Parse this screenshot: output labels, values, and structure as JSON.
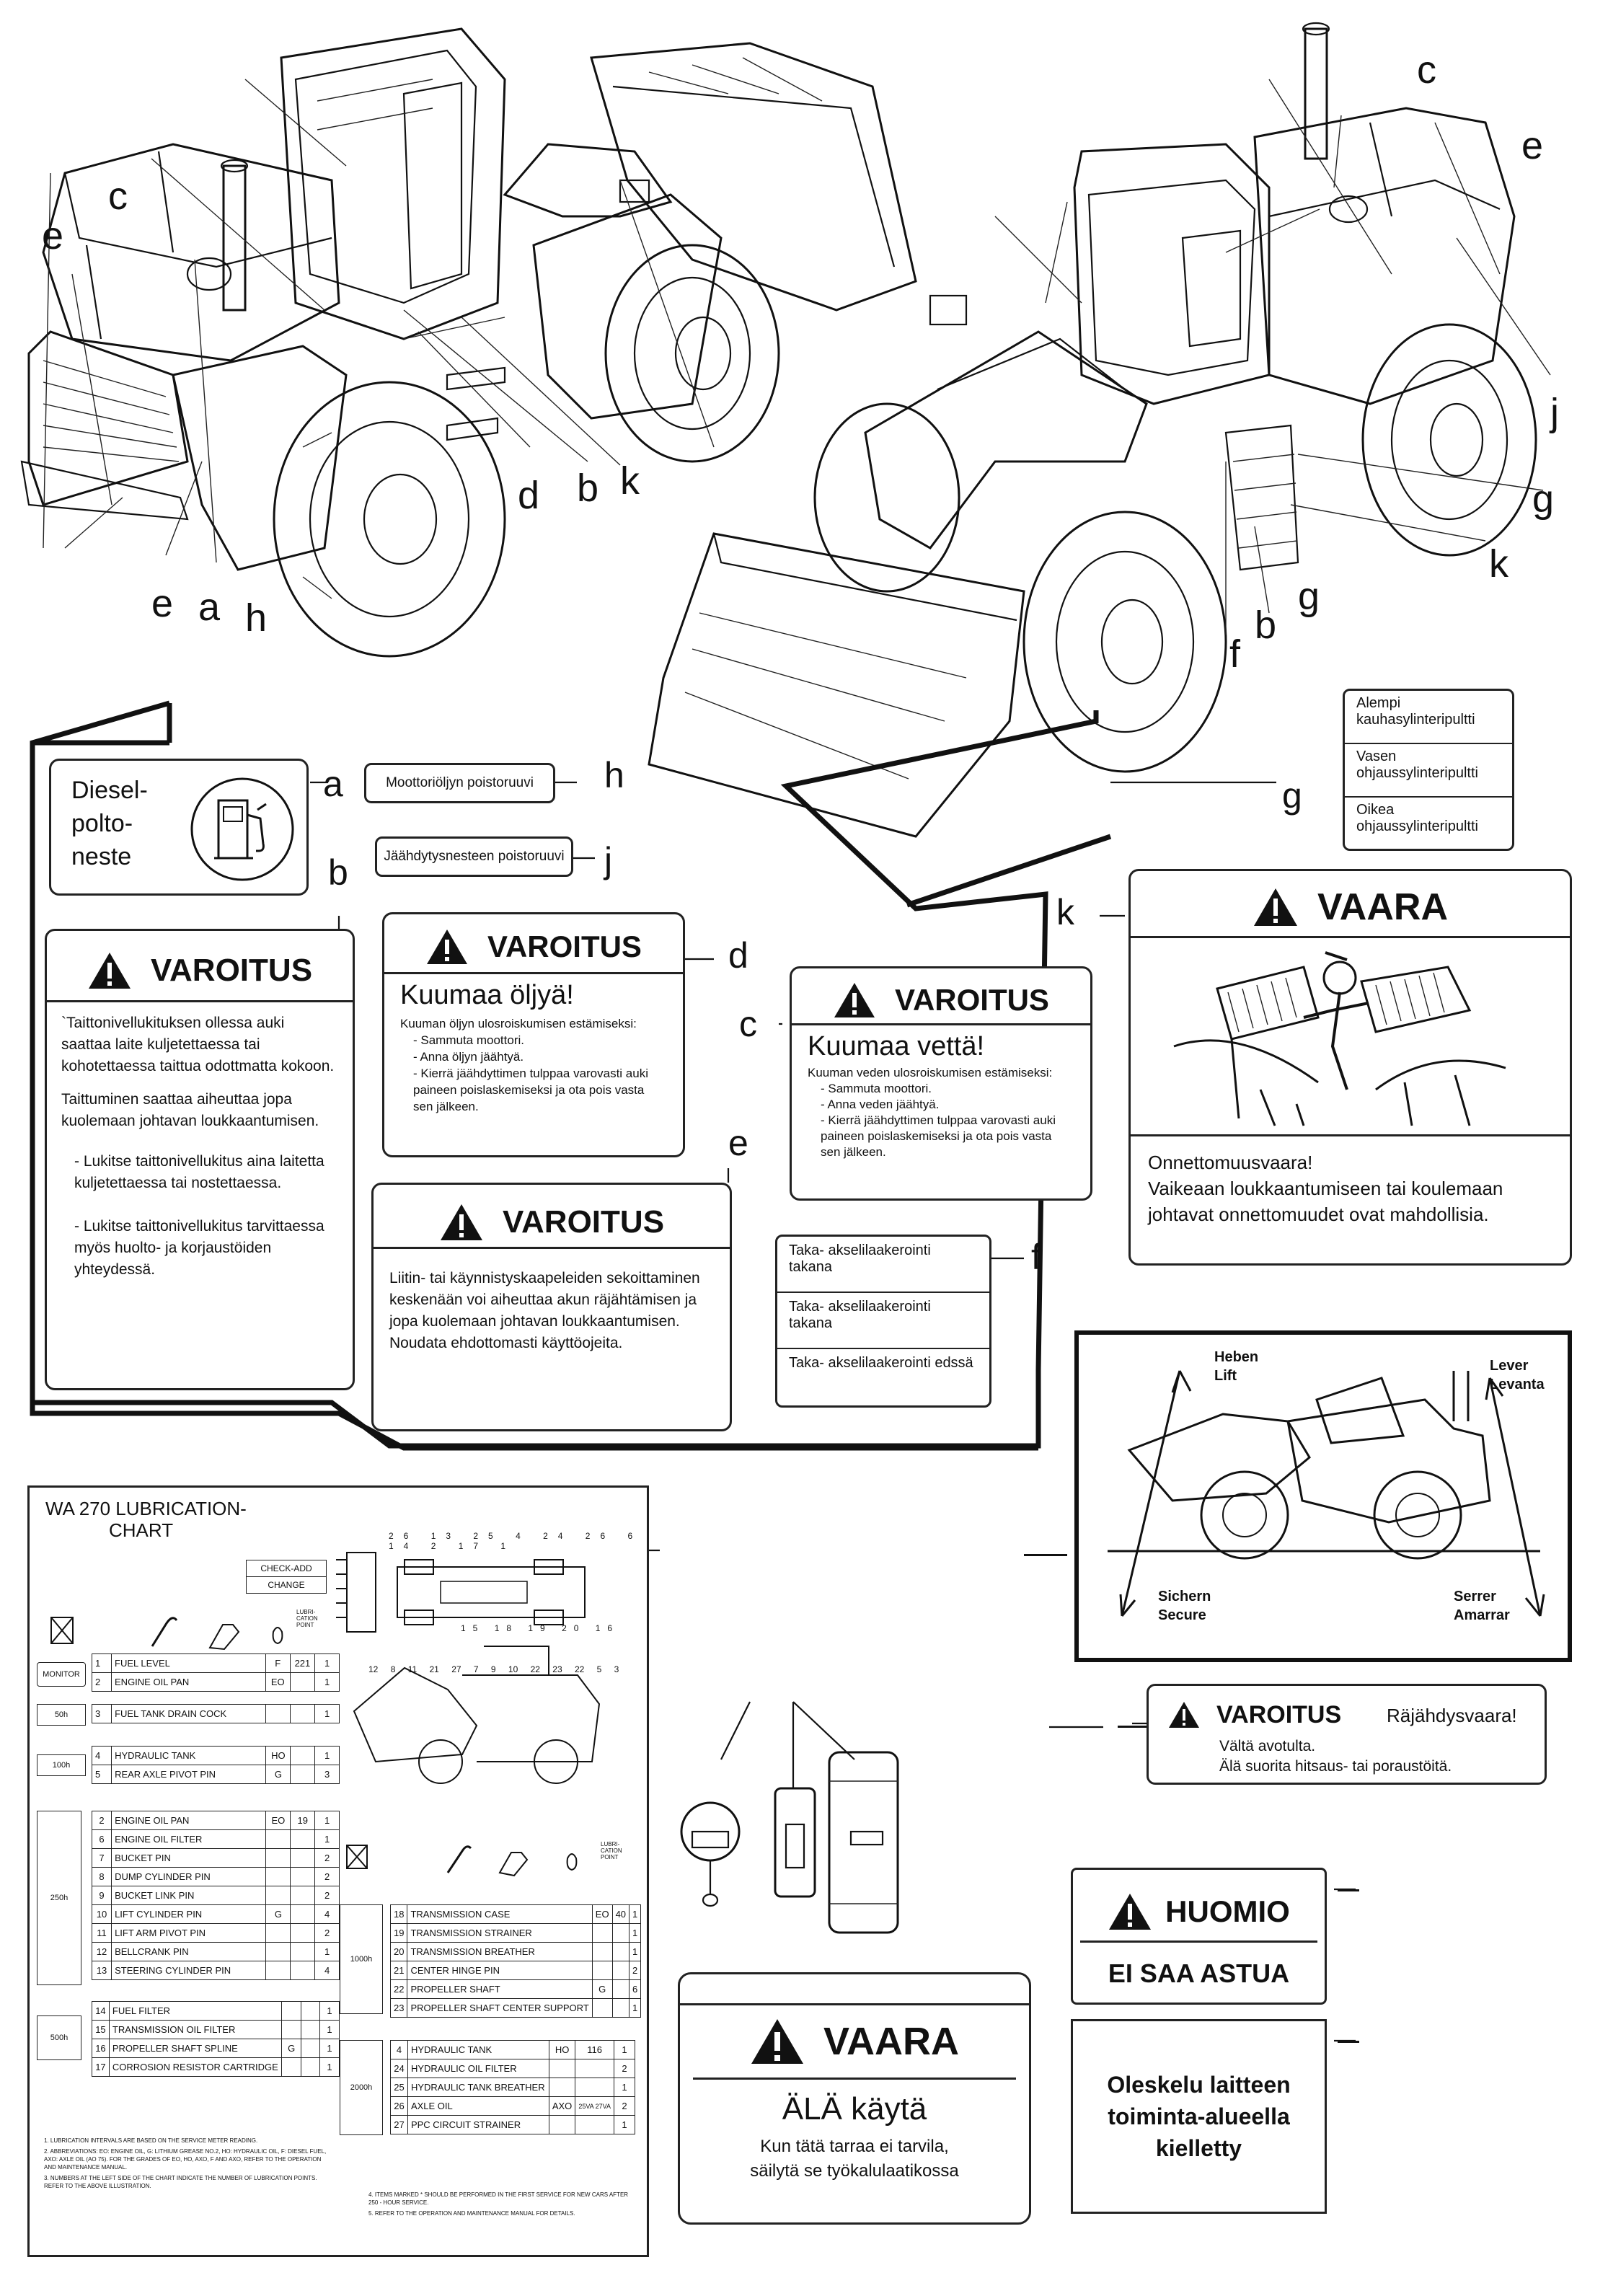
{
  "callouts": {
    "left_machine": [
      "e",
      "c",
      "e",
      "a",
      "h",
      "d",
      "b",
      "k"
    ],
    "right_machine": [
      "c",
      "e",
      "j",
      "g",
      "k",
      "g",
      "b",
      "f"
    ]
  },
  "diesel": {
    "title_lines": [
      "Diesel-",
      "polto-",
      "neste"
    ],
    "icon": "fuel-pump-icon",
    "tag": "a"
  },
  "moottori": {
    "label": "Moottoriöljyn poistoruuvi",
    "tag": "h"
  },
  "jaahdytys": {
    "label": "Jäähdytysnesteen poistoruuvi",
    "tag": "j"
  },
  "g_list": {
    "tag": "g",
    "items": [
      "Alempi kauhasylinteripultti",
      "Vasen ohjaussylinteripultti",
      "Oikea ohjaussylinteripultti"
    ]
  },
  "warn_b": {
    "tag": "b",
    "header": "VAROITUS",
    "paragraphs": [
      "`Taittonivellukituksen ollessa auki saattaa laite kuljetettaessa tai kohotettaessa taittua odottmatta kokoon.",
      "Taittuminen saattaa aiheuttaa jopa kuolemaan johtavan loukkaantumisen.",
      "- Lukitse taittonivellukitus aina laitetta kuljetettaessa tai nostettaessa.",
      "- Lukitse taittonivellukitus tarvittaessa myös huolto- ja korjaustöiden yhteydessä."
    ]
  },
  "warn_d": {
    "tag": "d",
    "header": "VAROITUS",
    "title": "Kuumaa öljyä!",
    "lines": [
      "Kuuman öljyn ulosroiskumisen estämiseksi:",
      "- Sammuta moottori.",
      "- Anna öljyn jäähtyä.",
      "- Kierrä jäähdyttimen tulppaa varovasti auki paineen poislaskemiseksi ja ota pois vasta sen jälkeen."
    ]
  },
  "warn_c": {
    "tag": "c",
    "header": "VAROITUS",
    "title": "Kuumaa vettä!",
    "lines": [
      "Kuuman veden ulosroiskumisen estämiseksi:",
      "- Sammuta moottori.",
      "- Anna veden jäähtyä.",
      "- Kierrä jäähdyttimen tulppaa varovasti auki paineen poislaskemiseksi ja ota pois vasta sen jälkeen."
    ]
  },
  "warn_e": {
    "tag": "e",
    "header": "VAROITUS",
    "text": "Liitin- tai käynnistyskaapeleiden sekoittaminen keskenään voi aiheuttaa akun räjähtämisen ja jopa kuolemaan johtavan loukkaantumisen. Noudata ehdottomasti käyttöojeita."
  },
  "f_list": {
    "tag": "f",
    "items": [
      "Taka- akselilaakerointi takana",
      "Taka- akselilaakerointi takana",
      "Taka- akselilaakerointi edssä"
    ]
  },
  "vaara_k": {
    "tag": "k",
    "header": "VAARA",
    "lines": [
      "Onnettomuusvaara!",
      "Vaikeaan loukkaantumiseen tai koulemaan johtavat onnettomuudet ovat mahdollisia."
    ]
  },
  "lift": {
    "heben": "Heben",
    "lift": "Lift",
    "lever": "Lever",
    "levanta": "Levanta",
    "sichern": "Sichern",
    "secure": "Secure",
    "serrer": "Serrer",
    "amarrar": "Amarrar"
  },
  "varoitus_rajahdys": {
    "header": "VAROITUS",
    "title": "Räjähdysvaara!",
    "lines": [
      "Vältä avotulta.",
      "Älä suorita hitsaus- tai poraustöitä."
    ]
  },
  "huomio": {
    "header": "HUOMIO",
    "text": "EI SAA ASTUA"
  },
  "oleskelu": {
    "lines": [
      "Oleskelu laitteen",
      "toiminta-alueella",
      "kielletty"
    ]
  },
  "vaara_ala": {
    "header": "VAARA",
    "title": "ÄLÄ käytä",
    "lines": [
      "Kun tätä tarraa ei tarvila,",
      "säilytä se työkalulaatikossa"
    ]
  },
  "lube": {
    "title1": "WA 270 LUBRICATION-",
    "title2": "CHART",
    "check_add": "CHECK-ADD",
    "change": "CHANGE",
    "top_numbers": [
      "26",
      "13",
      "25",
      "4",
      "24",
      "26",
      "6",
      "14",
      "2",
      "17",
      "1"
    ],
    "bottom_numbers": [
      "15",
      "18",
      "19",
      "20",
      "16"
    ],
    "side_numbers": [
      "12",
      "8",
      "11",
      "21",
      "27",
      "7",
      "9",
      "10",
      "22",
      "23",
      "22",
      "5",
      "3"
    ],
    "monitor": "MONITOR",
    "h50": "50h",
    "h100": "100h",
    "h250": "250h",
    "h500": "500h",
    "h1000": "1000h",
    "h2000": "2000h",
    "rows_a": [
      [
        "1",
        "FUEL LEVEL",
        "F",
        "221",
        "1"
      ],
      [
        "2",
        "ENGINE OIL PAN",
        "EO",
        "",
        "1"
      ]
    ],
    "rows_50": [
      [
        "3",
        "FUEL TANK DRAIN COCK",
        "",
        "",
        "1"
      ]
    ],
    "rows_100": [
      [
        "4",
        "HYDRAULIC TANK",
        "HO",
        "",
        "1"
      ],
      [
        "5",
        "REAR AXLE PIVOT PIN",
        "G",
        "",
        "3"
      ]
    ],
    "rows_250": [
      [
        "2",
        "ENGINE OIL PAN",
        "EO",
        "19",
        "1"
      ],
      [
        "6",
        "ENGINE OIL FILTER",
        "",
        "",
        "1"
      ],
      [
        "7",
        "BUCKET PIN",
        "",
        "",
        "2"
      ],
      [
        "8",
        "DUMP CYLINDER PIN",
        "",
        "",
        "2"
      ],
      [
        "9",
        "BUCKET LINK PIN",
        "",
        "",
        "2"
      ],
      [
        "10",
        "LIFT CYLINDER PIN",
        "G",
        "",
        "4"
      ],
      [
        "11",
        "LIFT ARM PIVOT PIN",
        "",
        "",
        "2"
      ],
      [
        "12",
        "BELLCRANK PIN",
        "",
        "",
        "1"
      ],
      [
        "13",
        "STEERING CYLINDER PIN",
        "",
        "",
        "4"
      ]
    ],
    "rows_500": [
      [
        "14",
        "FUEL FILTER",
        "",
        "",
        "1"
      ],
      [
        "15",
        "TRANSMISSION OIL FILTER",
        "",
        "",
        "1"
      ],
      [
        "16",
        "PROPELLER SHAFT SPLINE",
        "G",
        "",
        "1"
      ],
      [
        "17",
        "CORROSION RESISTOR CARTRIDGE",
        "",
        "",
        "1"
      ]
    ],
    "rows_1000": [
      [
        "18",
        "TRANSMISSION CASE",
        "EO",
        "40",
        "1"
      ],
      [
        "19",
        "TRANSMISSION STRAINER",
        "",
        "",
        "1"
      ],
      [
        "20",
        "TRANSMISSION BREATHER",
        "",
        "",
        "1"
      ],
      [
        "21",
        "CENTER HINGE PIN",
        "",
        "",
        "2"
      ],
      [
        "22",
        "PROPELLER SHAFT",
        "G",
        "",
        "6"
      ],
      [
        "23",
        "PROPELLER SHAFT CENTER SUPPORT",
        "",
        "",
        "1"
      ]
    ],
    "rows_2000": [
      [
        "4",
        "HYDRAULIC TANK",
        "HO",
        "116",
        "1"
      ],
      [
        "24",
        "HYDRAULIC OIL FILTER",
        "",
        "",
        "2"
      ],
      [
        "25",
        "HYDRAULIC TANK BREATHER",
        "",
        "",
        "1"
      ],
      [
        "26",
        "AXLE OIL",
        "AXO",
        "25VA 27VA",
        "2"
      ],
      [
        "27",
        "PPC CIRCUIT STRAINER",
        "",
        "",
        "1"
      ]
    ],
    "notes_left": [
      "1. LUBRICATION INTERVALS ARE BASED ON THE SERVICE METER READING.",
      "2. ABBREVIATIONS: EO: ENGINE OIL, G: LITHIUM GREASE NO.2, HO: HYDRAULIC OIL, F: DIESEL FUEL, AXO: AXLE OIL (AO 75). FOR THE GRADES OF EO, HO, AXO, F AND AXO, REFER TO THE OPERATION AND MAINTENANCE MANUAL.",
      "3. NUMBERS AT THE LEFT SIDE OF THE CHART INDICATE THE NUMBER OF LUBRICATION POINTS. REFER TO THE ABOVE ILLUSTRATION."
    ],
    "notes_right": [
      "4. ITEMS MARKED * SHOULD BE PERFORMED IN THE FIRST SERVICE FOR NEW CARS AFTER 250 - HOUR SERVICE.",
      "5. REFER TO THE OPERATION AND MAINTENANCE MANUAL FOR DETAILS."
    ],
    "cap_label": "LUBRI- CATION POINT"
  }
}
